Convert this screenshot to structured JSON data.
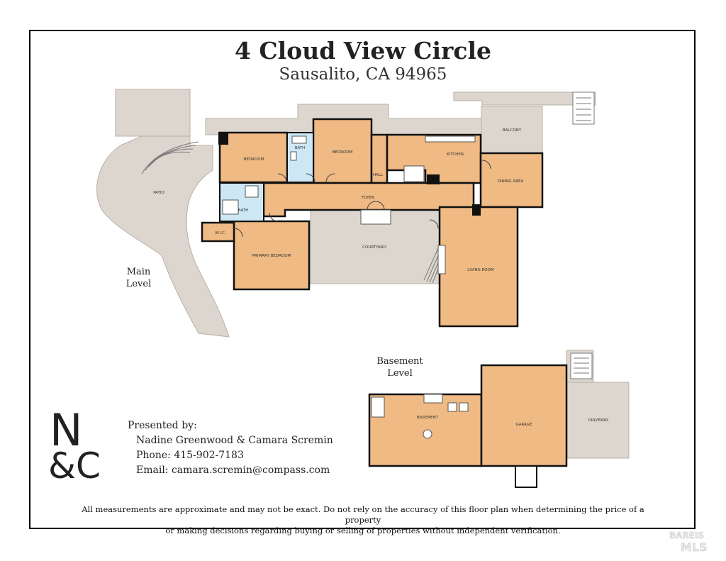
{
  "title": "4 Cloud View Circle",
  "subtitle": "Sausalito, CA 94965",
  "levels": {
    "main": [
      "Main",
      "Level"
    ],
    "basement": [
      "Basement",
      "Level"
    ]
  },
  "rooms": {
    "bedroom_1": "BEDROOM",
    "bedroom_2": "BEDROOM",
    "bath_1": "BATH",
    "bath_2": "BATH",
    "hall": "HALL",
    "kitchen": "KITCHEN",
    "balcony": "BALCONY",
    "dining": "DINING AREA",
    "foyer": "FOYER",
    "patio": "PATIO",
    "wic": "W.I.C.",
    "primary_bedroom": "PRIMARY BEDROOM",
    "courtyard": "COURTYARD",
    "living_room": "LIVING ROOM",
    "basement": "BASEMENT",
    "garage": "GARAGE",
    "driveway": "DRIVEWAY"
  },
  "logo": {
    "top": "N",
    "bottom": "&C"
  },
  "presented": {
    "heading": "Presented by:",
    "names": "Nadine Greenwood & Camara Scremin",
    "phone": "Phone: 415-902-7183",
    "email": "Email: camara.scremin@compass.com"
  },
  "disclaimer": [
    "All measurements are approximate and may not be exact. Do not rely on the accuracy of this floor plan when determining the price of a property",
    "or making decisions regarding buying or selling of properties without independent verification."
  ],
  "watermark": [
    "BAREIS",
    "MLS"
  ],
  "colors": {
    "room": "#EFBA83",
    "outdoor": "#DDD6CE",
    "bath": "#CDE8F4",
    "wall": "#111111"
  }
}
